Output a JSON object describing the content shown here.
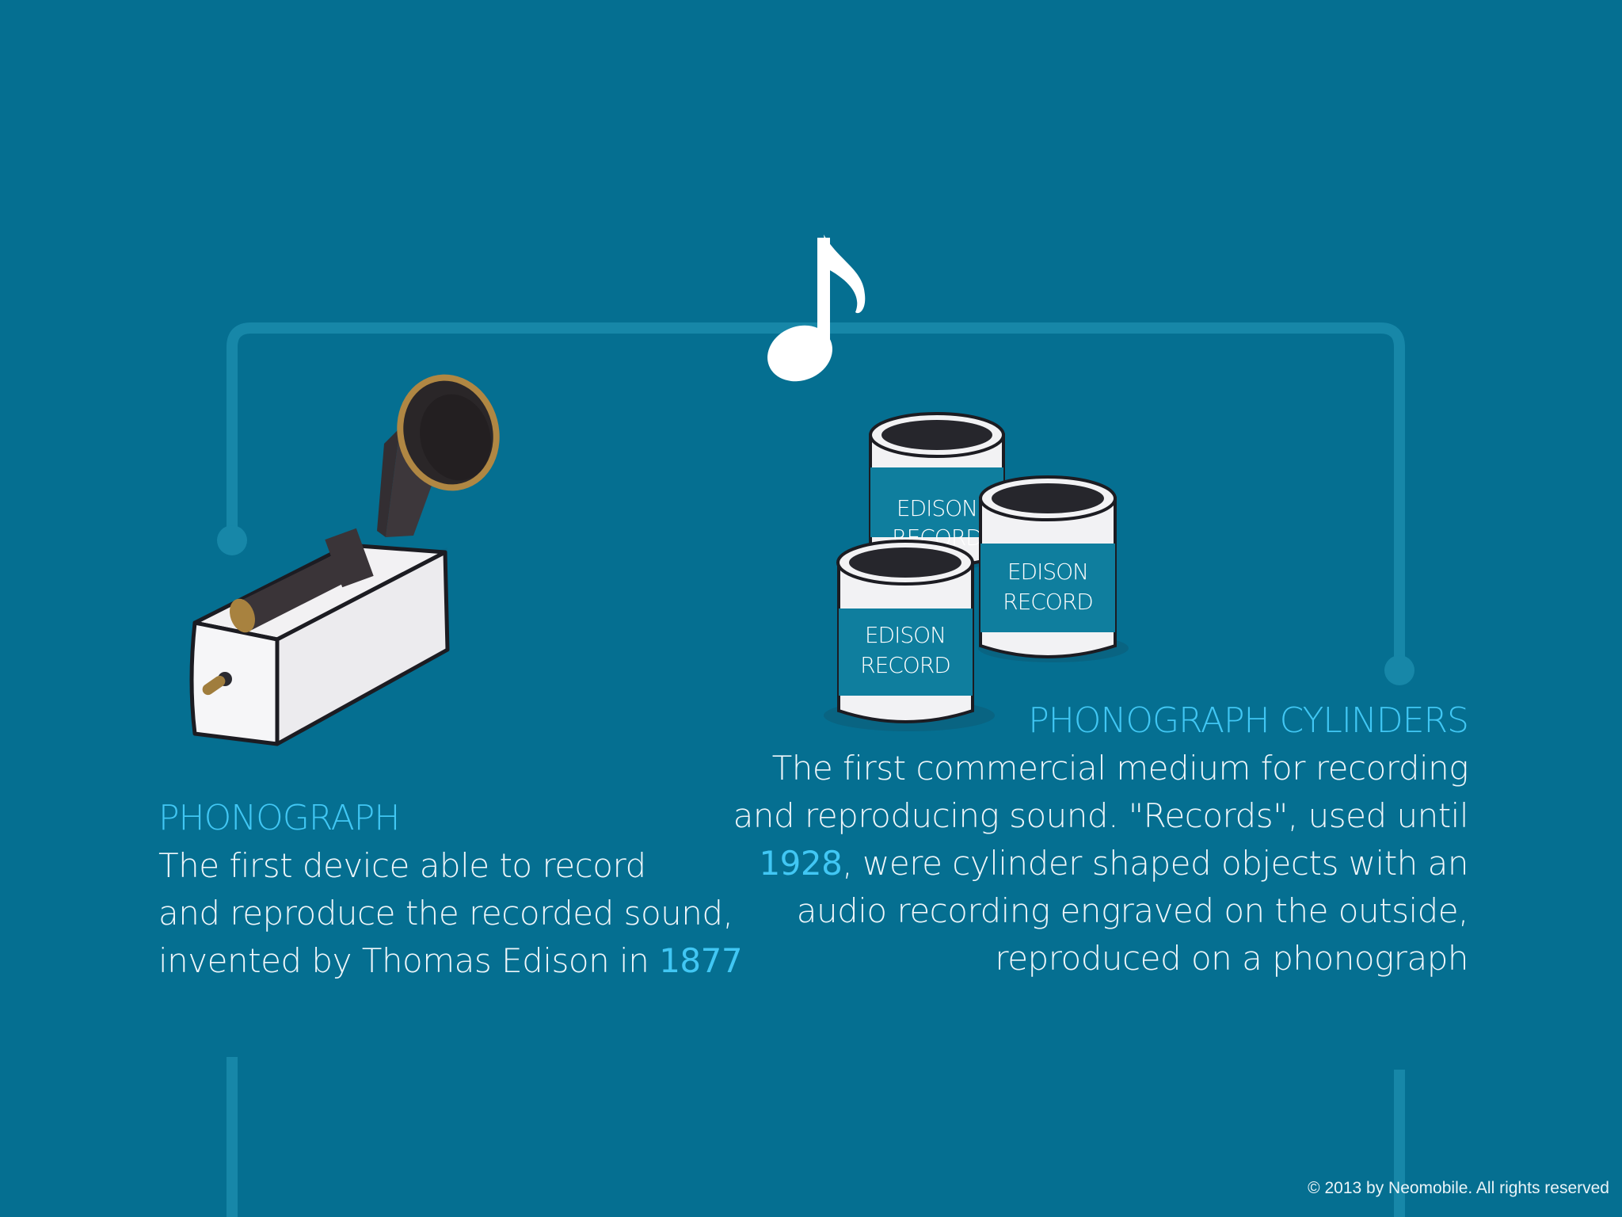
{
  "colors": {
    "background": "#056f91",
    "accent": "#41c7f4",
    "connector_line": "#1787a8",
    "text": "#eef6fa"
  },
  "icons": [
    "music-note-icon",
    "phonograph-icon",
    "phonograph-cylinders-icon"
  ],
  "phonograph": {
    "title": "PHONOGRAPH",
    "line1": "The first device able to record",
    "line2": "and reproduce the recorded sound,",
    "line3_prefix": "invented by Thomas Edison in ",
    "year": "1877"
  },
  "cylinders": {
    "title": "PHONOGRAPH CYLINDERS",
    "line1": "The first commercial medium for recording",
    "line2": "and reproducing sound. \"Records\", used until",
    "line3_year": "1928",
    "line3_suffix": ", were cylinder shaped objects with an",
    "line4": "audio recording engraved on the outside,",
    "line5": "reproduced on a phonograph",
    "can_label_line1": "EDISON",
    "can_label_line2": "RECORD"
  },
  "footer": {
    "copyright": "© 2013 by Neomobile. All rights reserved"
  }
}
